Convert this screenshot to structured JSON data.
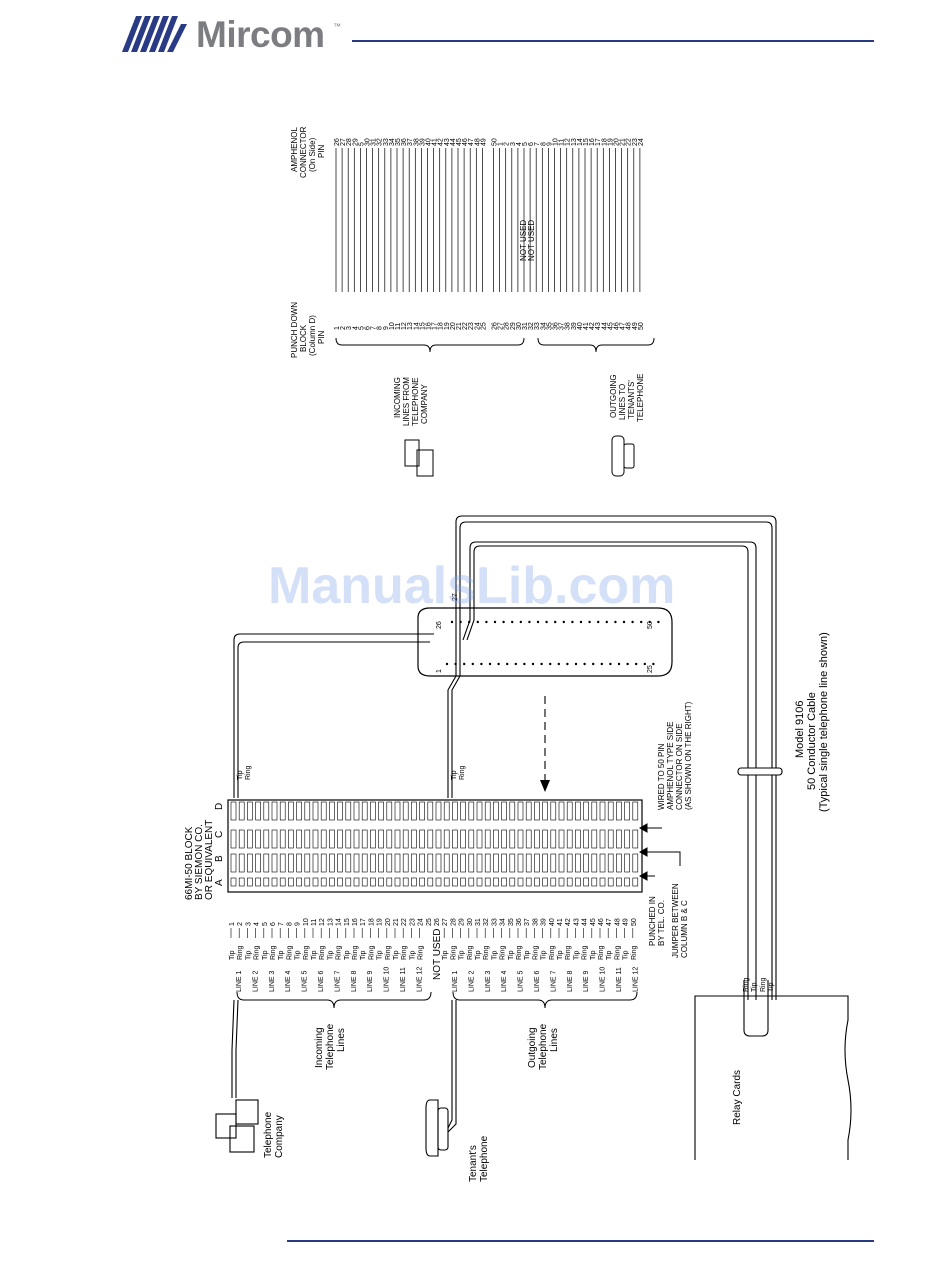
{
  "header": {
    "brand": "Mircom",
    "trademark": "™",
    "accent_color": "#2a3b86",
    "brand_color": "#7b7d80"
  },
  "watermark": "ManualsLib.com",
  "diagram": {
    "right_table": {
      "left_header": [
        "PUNCH DOWN",
        "BLOCK",
        "(Column D)",
        "PIN"
      ],
      "right_header": [
        "AMPHENOL",
        "CONNECTOR",
        "(On Side)",
        "PIN"
      ],
      "rows": [
        {
          "block": "1",
          "amph": "26"
        },
        {
          "block": "2",
          "amph": "27"
        },
        {
          "block": "3",
          "amph": "28"
        },
        {
          "block": "4",
          "amph": "29"
        },
        {
          "block": "5",
          "amph": "5"
        },
        {
          "block": "6",
          "amph": "30"
        },
        {
          "block": "7",
          "amph": "31"
        },
        {
          "block": "8",
          "amph": "32"
        },
        {
          "block": "9",
          "amph": "33"
        },
        {
          "block": "10",
          "amph": "34"
        },
        {
          "block": "11",
          "amph": "35"
        },
        {
          "block": "12",
          "amph": "36"
        },
        {
          "block": "13",
          "amph": "37"
        },
        {
          "block": "14",
          "amph": "38"
        },
        {
          "block": "15",
          "amph": "39"
        },
        {
          "block": "16",
          "amph": "40"
        },
        {
          "block": "17",
          "amph": "41"
        },
        {
          "block": "18",
          "amph": "42"
        },
        {
          "block": "19",
          "amph": "43"
        },
        {
          "block": "20",
          "amph": "44"
        },
        {
          "block": "21",
          "amph": "45"
        },
        {
          "block": "22",
          "amph": "46"
        },
        {
          "block": "23",
          "amph": "47"
        },
        {
          "block": "24",
          "amph": "48"
        },
        {
          "block": "25",
          "amph": "49"
        },
        {
          "block": "26",
          "amph": "50"
        },
        {
          "block": "27",
          "amph": "1"
        },
        {
          "block": "28",
          "amph": "2"
        },
        {
          "block": "29",
          "amph": "3"
        },
        {
          "block": "30",
          "amph": "4"
        },
        {
          "block": "31",
          "amph": "5"
        },
        {
          "block": "32",
          "amph": "6"
        },
        {
          "block": "33",
          "amph": "7"
        },
        {
          "block": "34",
          "amph": "8"
        },
        {
          "block": "35",
          "amph": "9"
        },
        {
          "block": "36",
          "amph": "10"
        },
        {
          "block": "37",
          "amph": "11"
        },
        {
          "block": "38",
          "amph": "12"
        },
        {
          "block": "39",
          "amph": "13"
        },
        {
          "block": "40",
          "amph": "14"
        },
        {
          "block": "41",
          "amph": "15"
        },
        {
          "block": "42",
          "amph": "16"
        },
        {
          "block": "43",
          "amph": "17"
        },
        {
          "block": "44",
          "amph": "18"
        },
        {
          "block": "45",
          "amph": "19"
        },
        {
          "block": "46",
          "amph": "20"
        },
        {
          "block": "47",
          "amph": "21"
        },
        {
          "block": "48",
          "amph": "22"
        },
        {
          "block": "49",
          "amph": "23"
        },
        {
          "block": "50",
          "amph": "24"
        }
      ],
      "not_used": [
        "NOT USED",
        "NOT USED"
      ],
      "incoming_label": [
        "INCOMING",
        "LINES FROM",
        "TELEPHONE",
        "COMPANY"
      ],
      "outgoing_label": [
        "OUTGOING",
        "LINES TO",
        "TENANTS'",
        "TELEPHONE"
      ]
    },
    "block_title": [
      "66MI-50 BLOCK",
      "BY SIEMON CO.",
      "OR EQUIVALENT"
    ],
    "columns": [
      "A",
      "B",
      "C",
      "D"
    ],
    "incoming_lines": [
      "LINE 1",
      "LINE 2",
      "LINE 3",
      "LINE 4",
      "LINE 5",
      "LINE 6",
      "LINE 7",
      "LINE 8",
      "LINE 9",
      "LINE 10",
      "LINE 11",
      "LINE 12"
    ],
    "outgoing_lines": [
      "LINE 1",
      "LINE 2",
      "LINE 3",
      "LINE 4",
      "LINE 5",
      "LINE 6",
      "LINE 7",
      "LINE 8",
      "LINE 9",
      "LINE 10",
      "LINE 11",
      "LINE 12"
    ],
    "pair_labels": [
      "Tip",
      "Ring"
    ],
    "pins_top": [
      "1",
      "2",
      "3",
      "4",
      "5",
      "6",
      "7",
      "8",
      "9",
      "10",
      "11",
      "12",
      "13",
      "14",
      "15",
      "16",
      "17",
      "18",
      "19",
      "20",
      "21",
      "22",
      "23",
      "24",
      "25",
      "26"
    ],
    "pins_bottom": [
      "27",
      "28",
      "29",
      "30",
      "31",
      "32",
      "33",
      "34",
      "35",
      "36",
      "37",
      "38",
      "39",
      "40",
      "41",
      "42",
      "43",
      "44",
      "45",
      "46",
      "47",
      "48",
      "49",
      "50"
    ],
    "not_used_block": "NOT USED",
    "incoming_group_label": [
      "Incoming",
      "Telephone",
      "Lines"
    ],
    "outgoing_group_label": [
      "Outgoing",
      "Telephone",
      "Lines"
    ],
    "telephone_company": [
      "Telephone",
      "Company"
    ],
    "tenants_telephone": [
      "Tenant's",
      "Telephone"
    ],
    "punched_in": [
      "PUNCHED IN",
      "BY TEL. CO."
    ],
    "jumper": [
      "JUMPER BETWEEN",
      "COLUMN B & C"
    ],
    "wired_to": [
      "WIRED TO 50 PIN",
      "AMPHENOL TYPE SIDE",
      "CONNECTOR ON SIDE",
      "(AS SHOWN ON THE RIGHT)"
    ],
    "amphenol_pins": {
      "left_top": "26",
      "left_bottom": "1",
      "right_top": "50",
      "right_bottom": "25",
      "extra": "27"
    },
    "relay_wires": [
      "Ring",
      "Tip",
      "Ring",
      "Tip"
    ],
    "relay_cards": "Relay Cards",
    "cable": [
      "Model 9106",
      "50 Conductor Cable",
      "(Typical single telephone line shown)"
    ]
  }
}
